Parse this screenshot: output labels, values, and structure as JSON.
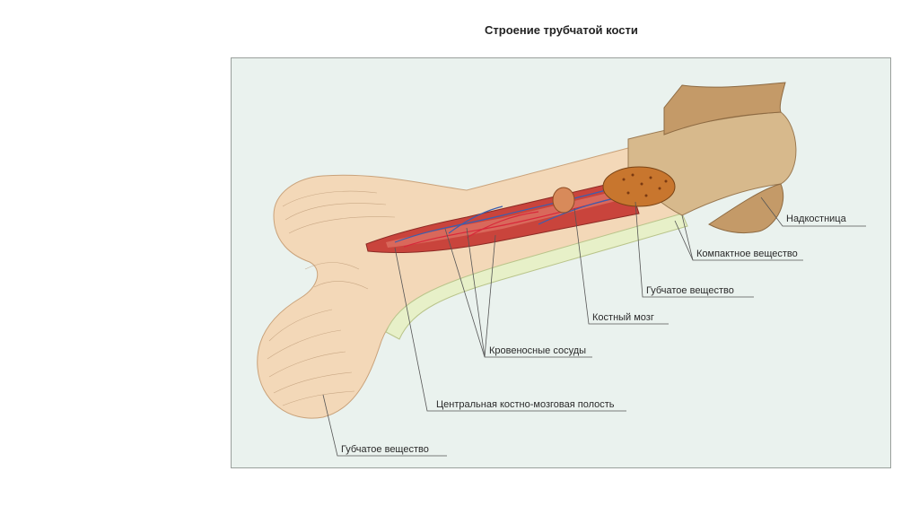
{
  "title": "Строение трубчатой кости",
  "labels": {
    "periosteum": "Надкостница",
    "compact": "Компактное вещество",
    "spongy_upper": "Губчатое вещество",
    "marrow": "Костный мозг",
    "vessels": "Кровеносные сосуды",
    "cavity": "Центральная костно-мозговая полость",
    "spongy_lower": "Губчатое вещество"
  },
  "colors": {
    "panel_bg": "#eaf2ee",
    "bone": "#f2d5b4",
    "bone_shadow": "#d9b48a",
    "marrow": "#c9443c",
    "vessel_red": "#d8283a",
    "vessel_blue": "#3a5fb0",
    "periosteum": "#c89e6e"
  }
}
